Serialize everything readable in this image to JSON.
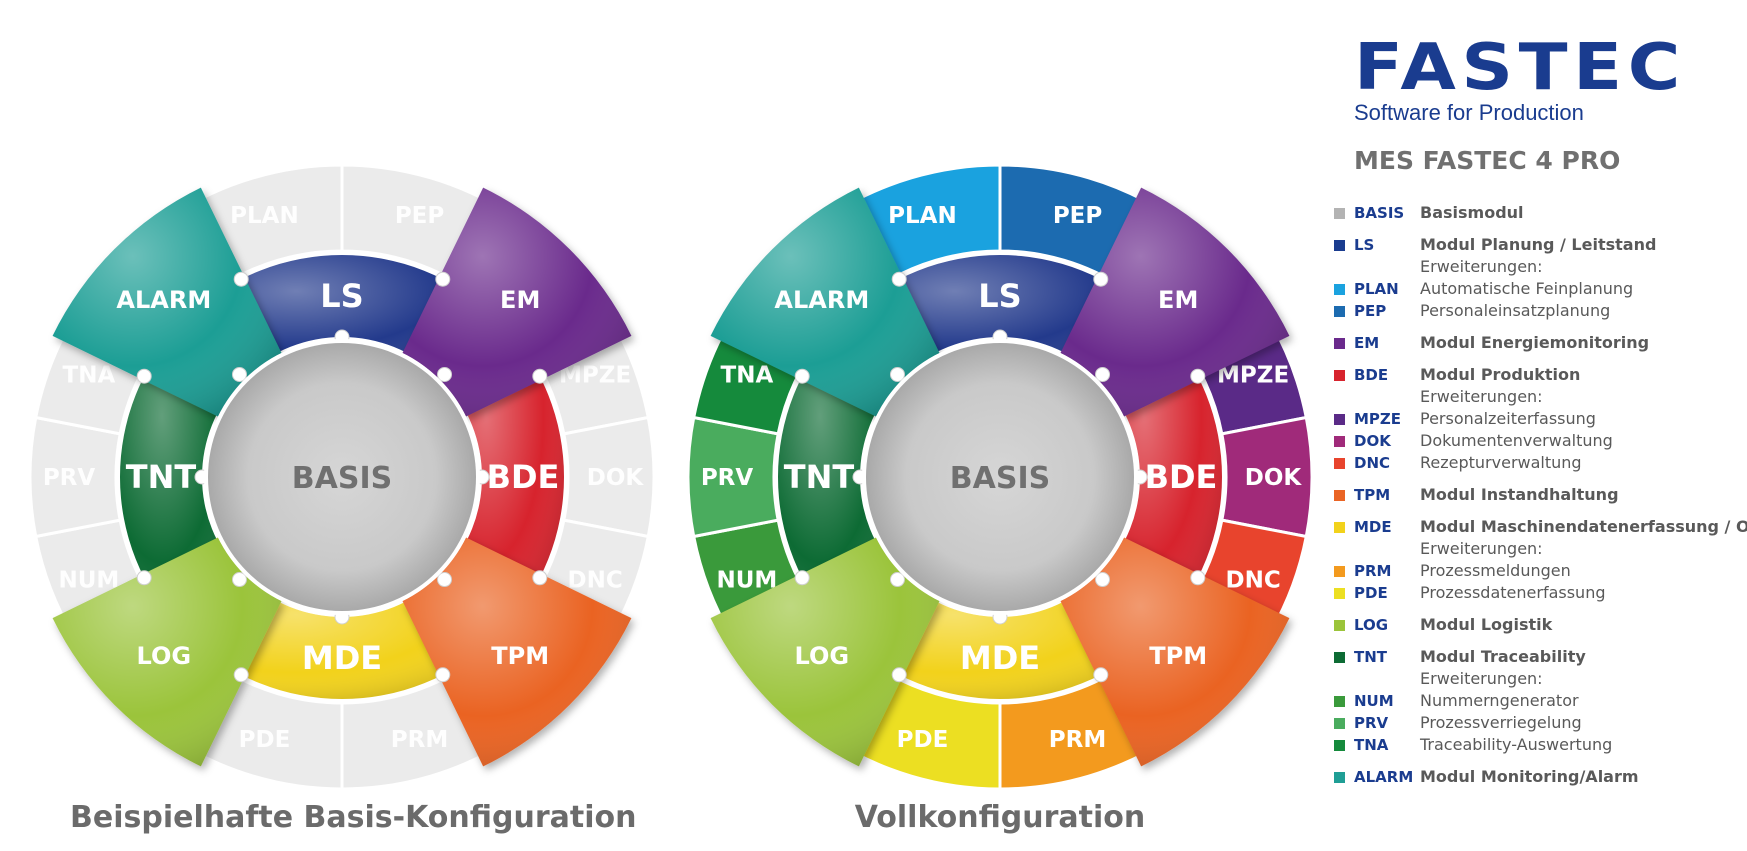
{
  "wheels": [
    {
      "key": "basis_config",
      "caption": "Beispielhafte Basis-Konfiguration",
      "center_label": "BASIS",
      "modules": [
        {
          "code": "LS",
          "label": "LS",
          "color": "#233a8c"
        },
        {
          "code": "BDE",
          "label": "BDE",
          "color": "#d7232d"
        },
        {
          "code": "MDE",
          "label": "MDE",
          "color": "#f2d21b"
        },
        {
          "code": "TNT",
          "label": "TNT",
          "color": "#0d6b34"
        },
        {
          "code": "EM",
          "label": "EM",
          "color": "#6a2a8c"
        },
        {
          "code": "TPM",
          "label": "TPM",
          "color": "#ea6424"
        },
        {
          "code": "LOG",
          "label": "LOG",
          "color": "#9bc43a"
        },
        {
          "code": "ALARM",
          "label": "ALARM",
          "color": "#1f9e95"
        }
      ],
      "extensions": [
        {
          "code": "PLAN",
          "label": "PLAN",
          "color": "#ebebeb",
          "active": false
        },
        {
          "code": "PEP",
          "label": "PEP",
          "color": "#ebebeb",
          "active": false
        },
        {
          "code": "MPZE",
          "label": "MPZE",
          "color": "#ebebeb",
          "active": false
        },
        {
          "code": "DOK",
          "label": "DOK",
          "color": "#ebebeb",
          "active": false
        },
        {
          "code": "DNC",
          "label": "DNC",
          "color": "#ebebeb",
          "active": false
        },
        {
          "code": "PRM",
          "label": "PRM",
          "color": "#ebebeb",
          "active": false
        },
        {
          "code": "PDE",
          "label": "PDE",
          "color": "#ebebeb",
          "active": false
        },
        {
          "code": "NUM",
          "label": "NUM",
          "color": "#ebebeb",
          "active": false
        },
        {
          "code": "PRV",
          "label": "PRV",
          "color": "#ebebeb",
          "active": false
        },
        {
          "code": "TNA",
          "label": "TNA",
          "color": "#ebebeb",
          "active": false
        }
      ]
    },
    {
      "key": "full_config",
      "caption": "Vollkonfiguration",
      "center_label": "BASIS",
      "modules": [
        {
          "code": "LS",
          "label": "LS",
          "color": "#233a8c"
        },
        {
          "code": "BDE",
          "label": "BDE",
          "color": "#d7232d"
        },
        {
          "code": "MDE",
          "label": "MDE",
          "color": "#f2d21b"
        },
        {
          "code": "TNT",
          "label": "TNT",
          "color": "#0d6b34"
        },
        {
          "code": "EM",
          "label": "EM",
          "color": "#6a2a8c"
        },
        {
          "code": "TPM",
          "label": "TPM",
          "color": "#ea6424"
        },
        {
          "code": "LOG",
          "label": "LOG",
          "color": "#9bc43a"
        },
        {
          "code": "ALARM",
          "label": "ALARM",
          "color": "#1f9e95"
        }
      ],
      "extensions": [
        {
          "code": "PLAN",
          "label": "PLAN",
          "color": "#1aa2df",
          "active": true
        },
        {
          "code": "PEP",
          "label": "PEP",
          "color": "#1c6bb0",
          "active": true
        },
        {
          "code": "MPZE",
          "label": "MPZE",
          "color": "#5a2a87",
          "active": true
        },
        {
          "code": "DOK",
          "label": "DOK",
          "color": "#a02a7a",
          "active": true
        },
        {
          "code": "DNC",
          "label": "DNC",
          "color": "#e8442d",
          "active": true
        },
        {
          "code": "PRM",
          "label": "PRM",
          "color": "#f39a1e",
          "active": true
        },
        {
          "code": "PDE",
          "label": "PDE",
          "color": "#ecdf22",
          "active": true
        },
        {
          "code": "NUM",
          "label": "NUM",
          "color": "#3a9a3b",
          "active": true
        },
        {
          "code": "PRV",
          "label": "PRV",
          "color": "#4aac5e",
          "active": true
        },
        {
          "code": "TNA",
          "label": "TNA",
          "color": "#158a3c",
          "active": true
        }
      ]
    }
  ],
  "brand": {
    "name": "FASTEC",
    "tagline": "Software for Production",
    "color": "#1a3c8f"
  },
  "legend": {
    "title": "MES FASTEC 4 PRO",
    "rows": [
      {
        "code": "BASIS",
        "desc": "Basismodul",
        "color": "#b3b3b3",
        "bold": true
      },
      {
        "code": "LS",
        "desc": "Modul Planung / Leitstand",
        "color": "#1a3c8f",
        "bold": true
      },
      {
        "code": "",
        "desc": "Erweiterungen:",
        "color": "",
        "bold": false
      },
      {
        "code": "PLAN",
        "desc": "Automatische Feinplanung",
        "color": "#1aa2df",
        "bold": false
      },
      {
        "code": "PEP",
        "desc": "Personaleinsatzplanung",
        "color": "#1c6bb0",
        "bold": false
      },
      {
        "code": "EM",
        "desc": "Modul Energiemonitoring",
        "color": "#6a2a8c",
        "bold": true
      },
      {
        "code": "BDE",
        "desc": "Modul Produktion",
        "color": "#d7232d",
        "bold": true
      },
      {
        "code": "",
        "desc": "Erweiterungen:",
        "color": "",
        "bold": false
      },
      {
        "code": "MPZE",
        "desc": "Personalzeiterfassung",
        "color": "#5a2a87",
        "bold": false
      },
      {
        "code": "DOK",
        "desc": "Dokumentenverwaltung",
        "color": "#a02a7a",
        "bold": false
      },
      {
        "code": "DNC",
        "desc": "Rezepturverwaltung",
        "color": "#e8442d",
        "bold": false
      },
      {
        "code": "TPM",
        "desc": "Modul Instandhaltung",
        "color": "#ea6424",
        "bold": true
      },
      {
        "code": "MDE",
        "desc": "Modul Maschinendatenerfassung / OEE",
        "color": "#f2d21b",
        "bold": true
      },
      {
        "code": "",
        "desc": "Erweiterungen:",
        "color": "",
        "bold": false
      },
      {
        "code": "PRM",
        "desc": "Prozessmeldungen",
        "color": "#f39a1e",
        "bold": false
      },
      {
        "code": "PDE",
        "desc": "Prozessdatenerfassung",
        "color": "#ecdf22",
        "bold": false
      },
      {
        "code": "LOG",
        "desc": "Modul Logistik",
        "color": "#9bc43a",
        "bold": true
      },
      {
        "code": "TNT",
        "desc": "Modul Traceability",
        "color": "#0d6b34",
        "bold": true
      },
      {
        "code": "",
        "desc": "Erweiterungen:",
        "color": "",
        "bold": false
      },
      {
        "code": "NUM",
        "desc": "Nummerngenerator",
        "color": "#3a9a3b",
        "bold": false
      },
      {
        "code": "PRV",
        "desc": "Prozessverriegelung",
        "color": "#4aac5e",
        "bold": false
      },
      {
        "code": "TNA",
        "desc": "Traceability-Auswertung",
        "color": "#158a3c",
        "bold": false
      },
      {
        "code": "ALARM",
        "desc": "Modul Monitoring/Alarm",
        "color": "#1f9e95",
        "bold": true
      }
    ]
  }
}
